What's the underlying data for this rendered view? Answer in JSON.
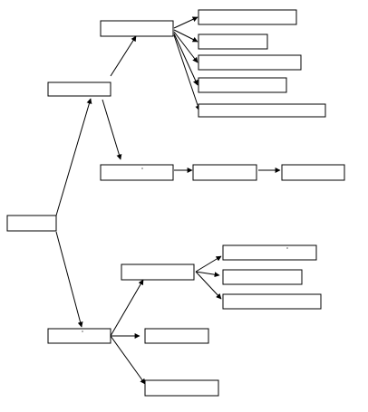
{
  "diagram": {
    "type": "hierarchy",
    "node_count": 18,
    "stroke_color": "#000000",
    "background_color": "#ffffff",
    "nodes": [
      {
        "id": "root",
        "label": ""
      },
      {
        "id": "upper-branch",
        "label": ""
      },
      {
        "id": "upper-child-top",
        "label": ""
      },
      {
        "id": "leaf-upper-1",
        "label": ""
      },
      {
        "id": "leaf-upper-2",
        "label": ""
      },
      {
        "id": "leaf-upper-3",
        "label": ""
      },
      {
        "id": "leaf-upper-4",
        "label": ""
      },
      {
        "id": "leaf-upper-5",
        "label": ""
      },
      {
        "id": "mid-chain-1",
        "label": ""
      },
      {
        "id": "mid-chain-2",
        "label": ""
      },
      {
        "id": "mid-chain-3",
        "label": ""
      },
      {
        "id": "lower-branch",
        "label": ""
      },
      {
        "id": "lower-child-top",
        "label": ""
      },
      {
        "id": "leaf-lower-1",
        "label": ""
      },
      {
        "id": "leaf-lower-2",
        "label": ""
      },
      {
        "id": "leaf-lower-3",
        "label": ""
      },
      {
        "id": "lower-child-mid",
        "label": ""
      },
      {
        "id": "lower-child-bottom",
        "label": ""
      }
    ],
    "edges": [
      {
        "from": "root",
        "to": "upper-branch"
      },
      {
        "from": "root",
        "to": "lower-branch"
      },
      {
        "from": "upper-branch",
        "to": "upper-child-top"
      },
      {
        "from": "upper-branch",
        "to": "mid-chain-1"
      },
      {
        "from": "upper-child-top",
        "to": "leaf-upper-1"
      },
      {
        "from": "upper-child-top",
        "to": "leaf-upper-2"
      },
      {
        "from": "upper-child-top",
        "to": "leaf-upper-3"
      },
      {
        "from": "upper-child-top",
        "to": "leaf-upper-4"
      },
      {
        "from": "upper-child-top",
        "to": "leaf-upper-5"
      },
      {
        "from": "mid-chain-1",
        "to": "mid-chain-2"
      },
      {
        "from": "mid-chain-2",
        "to": "mid-chain-3"
      },
      {
        "from": "lower-branch",
        "to": "lower-child-top"
      },
      {
        "from": "lower-branch",
        "to": "lower-child-mid"
      },
      {
        "from": "lower-branch",
        "to": "lower-child-bottom"
      },
      {
        "from": "lower-child-top",
        "to": "leaf-lower-1"
      },
      {
        "from": "lower-child-top",
        "to": "leaf-lower-2"
      },
      {
        "from": "lower-child-top",
        "to": "leaf-lower-3"
      }
    ]
  }
}
